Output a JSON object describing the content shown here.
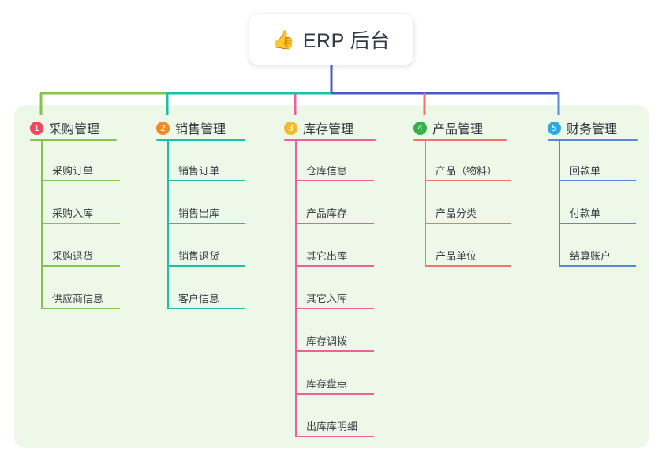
{
  "root": {
    "icon": "thumbs-up-icon",
    "icon_glyph": "👍",
    "title": "ERP 后台"
  },
  "theme": {
    "panel_bg": "#eef8e8",
    "page_bg": "#ffffff",
    "root_stem": "#4a5bc4",
    "title_color": "#2f3640",
    "leaf_color": "#3b414a"
  },
  "branches": [
    {
      "index": "1",
      "badge_glyph": "1",
      "badge_color": "#f2455f",
      "line_color": "#86c34a",
      "title": "采购管理",
      "items": [
        {
          "label": "采购订单"
        },
        {
          "label": "采购入库"
        },
        {
          "label": "采购退货"
        },
        {
          "label": "供应商信息"
        }
      ]
    },
    {
      "index": "2",
      "badge_glyph": "2",
      "badge_color": "#f08a24",
      "line_color": "#19c0ab",
      "title": "销售管理",
      "items": [
        {
          "label": "销售订单"
        },
        {
          "label": "销售出库"
        },
        {
          "label": "销售退货"
        },
        {
          "label": "客户信息"
        }
      ]
    },
    {
      "index": "3",
      "badge_glyph": "3",
      "badge_color": "#f5b827",
      "line_color": "#ef5f9e",
      "title": "库存管理",
      "items": [
        {
          "label": "仓库信息"
        },
        {
          "label": "产品库存"
        },
        {
          "label": "其它出库"
        },
        {
          "label": "其它入库"
        },
        {
          "label": "库存调拨"
        },
        {
          "label": "库存盘点"
        },
        {
          "label": "出库库明细"
        }
      ]
    },
    {
      "index": "4",
      "badge_glyph": "4",
      "badge_color": "#35b14a",
      "line_color": "#f4736b",
      "title": "产品管理",
      "items": [
        {
          "label": "产品（物料）"
        },
        {
          "label": "产品分类"
        },
        {
          "label": "产品单位"
        }
      ]
    },
    {
      "index": "5",
      "badge_glyph": "5",
      "badge_color": "#29abe2",
      "line_color": "#5b87d8",
      "title": "财务管理",
      "items": [
        {
          "label": "回款单"
        },
        {
          "label": "付款单"
        },
        {
          "label": "结算账户"
        }
      ]
    }
  ]
}
